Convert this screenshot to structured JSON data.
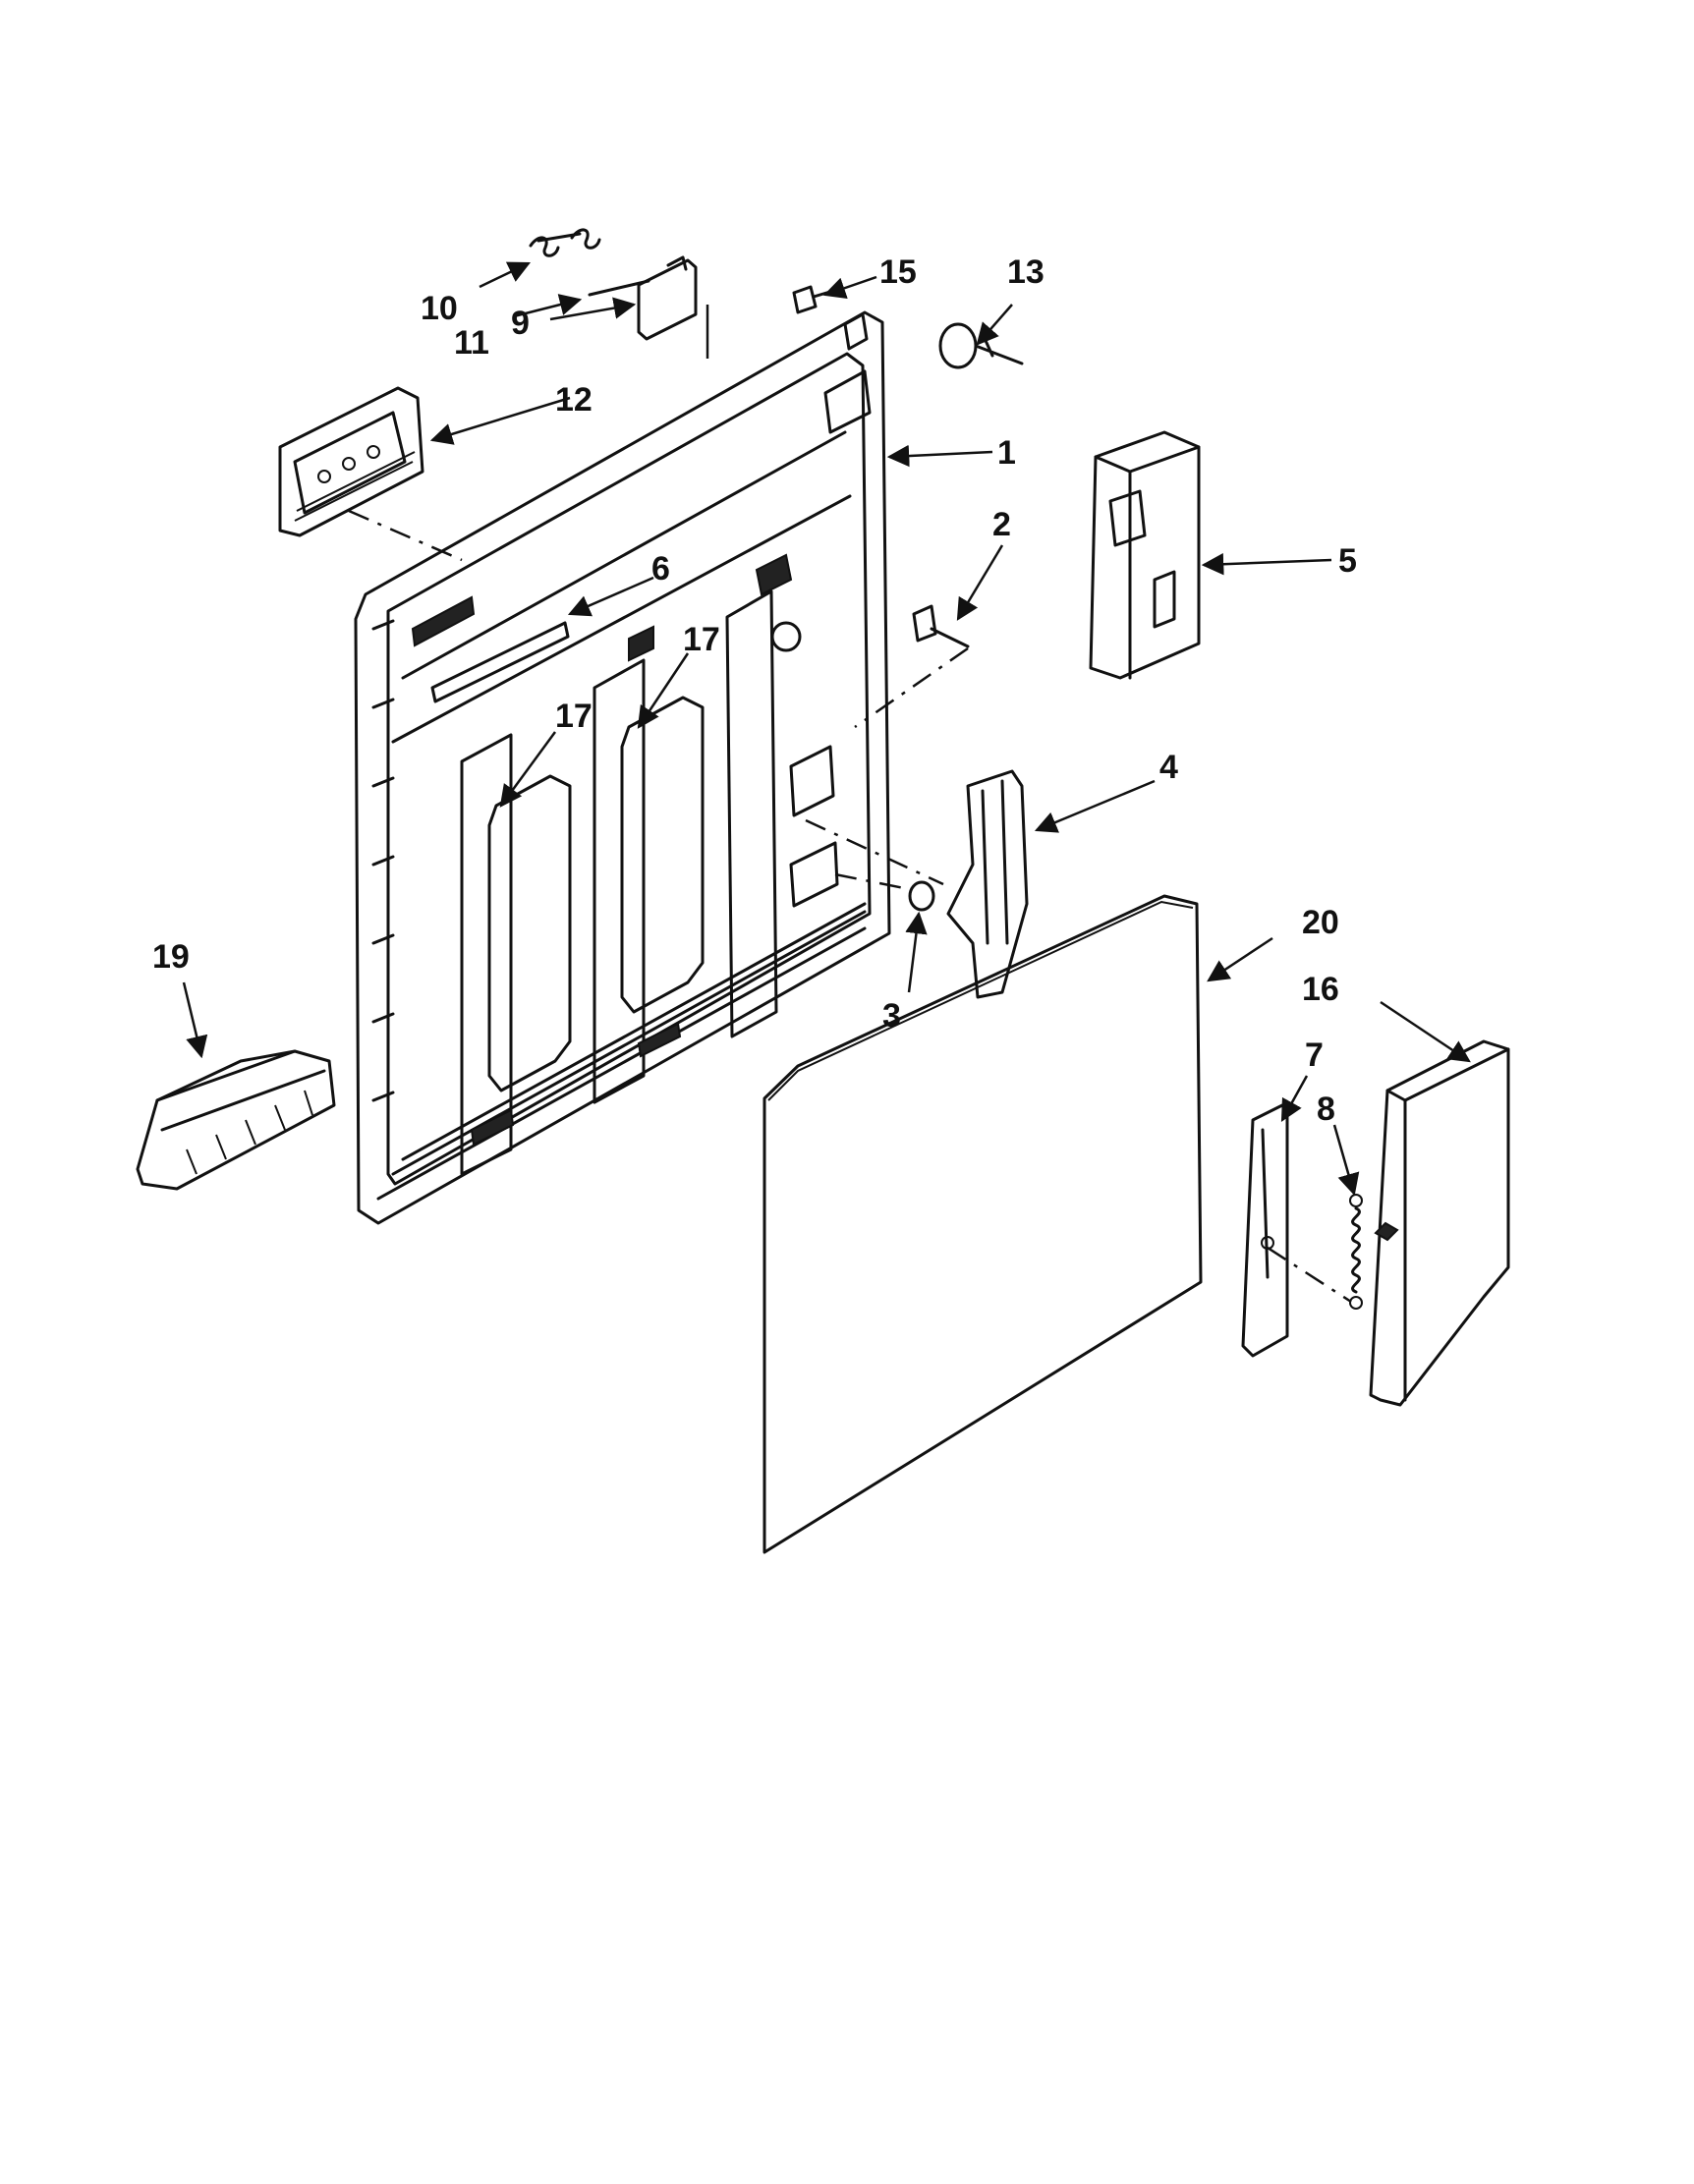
{
  "callouts": [
    {
      "id": "c1",
      "label": "1"
    },
    {
      "id": "c2",
      "label": "2"
    },
    {
      "id": "c3",
      "label": "3"
    },
    {
      "id": "c4",
      "label": "4"
    },
    {
      "id": "c5",
      "label": "5"
    },
    {
      "id": "c6",
      "label": "6"
    },
    {
      "id": "c7",
      "label": "7"
    },
    {
      "id": "c8",
      "label": "8"
    },
    {
      "id": "c9",
      "label": "9"
    },
    {
      "id": "c10",
      "label": "10"
    },
    {
      "id": "c11",
      "label": "11"
    },
    {
      "id": "c12",
      "label": "12"
    },
    {
      "id": "c13",
      "label": "13"
    },
    {
      "id": "c15",
      "label": "15"
    },
    {
      "id": "c16",
      "label": "16"
    },
    {
      "id": "c17a",
      "label": "17"
    },
    {
      "id": "c17b",
      "label": "17"
    },
    {
      "id": "c19",
      "label": "19"
    },
    {
      "id": "c20",
      "label": "20"
    }
  ],
  "colors": {
    "line": "#111111",
    "background": "#ffffff"
  }
}
